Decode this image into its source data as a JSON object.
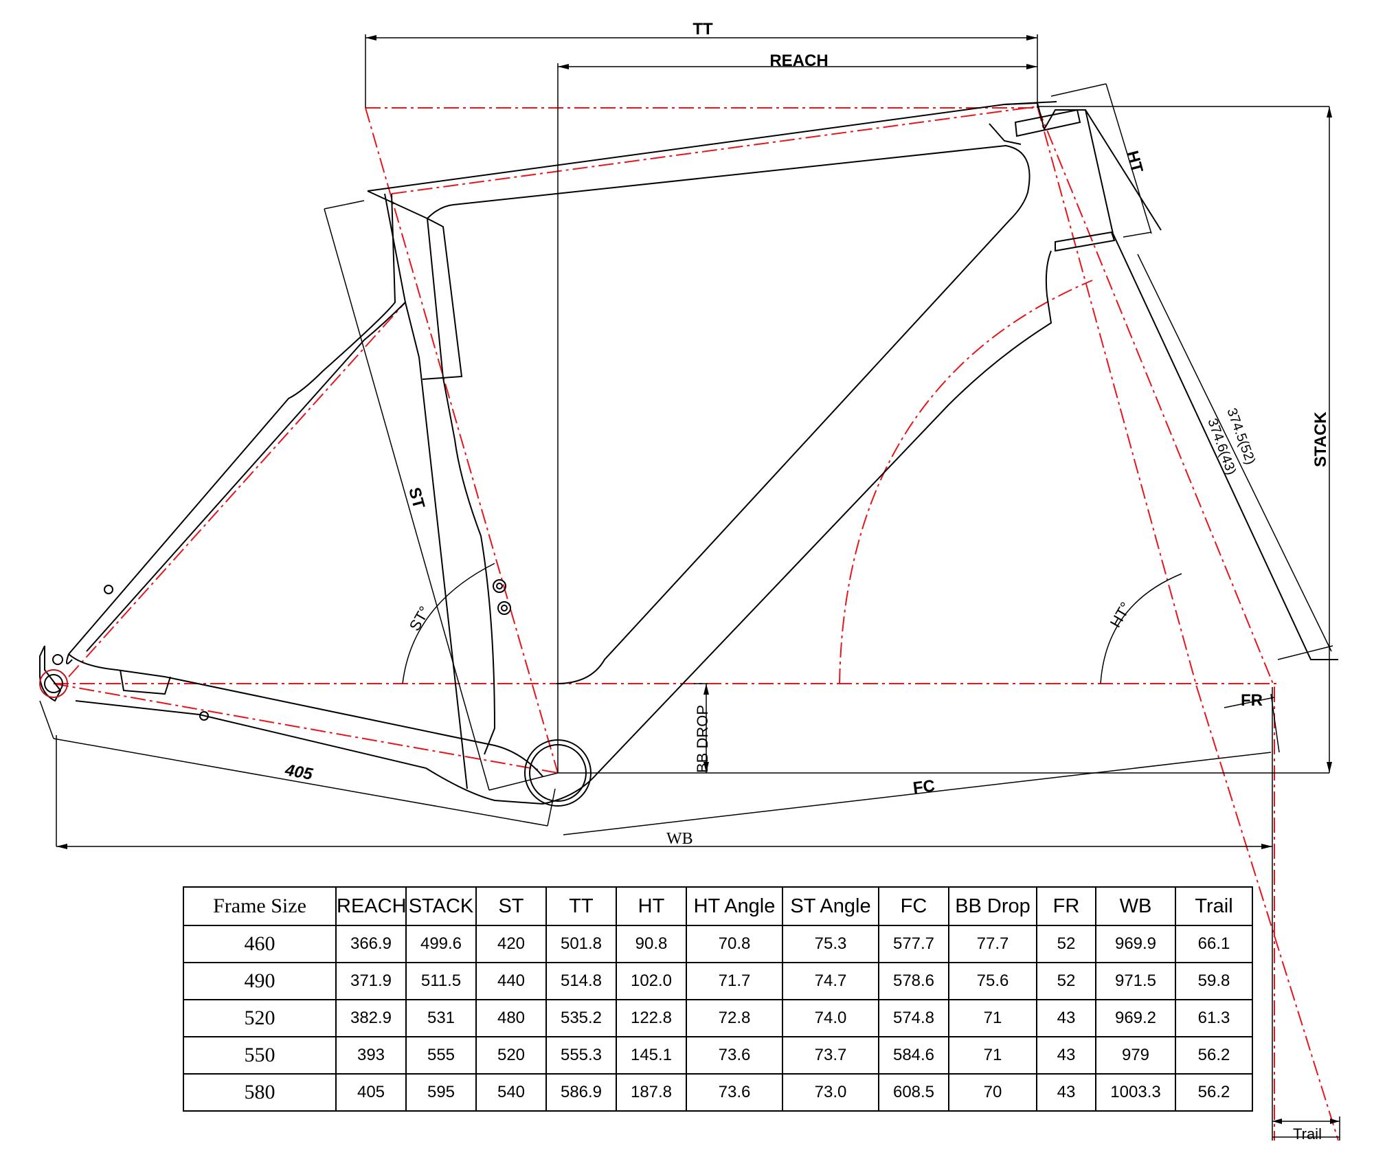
{
  "diagram": {
    "labels": {
      "tt": "TT",
      "reach": "REACH",
      "ht": "HT",
      "stack": "STACK",
      "st": "ST",
      "st_angle": "ST°",
      "ht_angle": "HT°",
      "bb_drop": "BB DROP",
      "fr": "FR",
      "fc": "FC",
      "wb": "WB",
      "chainstay": "405",
      "fork_52": "374.5(52)",
      "fork_43": "374.6(43)",
      "trail": "Trail"
    },
    "colors": {
      "frame_line": "#000000",
      "construction_line": "#e8141b"
    }
  },
  "table": {
    "headers": [
      "Frame Size",
      "REACH",
      "STACK",
      "ST",
      "TT",
      "HT",
      "HT Angle",
      "ST Angle",
      "FC",
      "BB Drop",
      "FR",
      "WB",
      "Trail"
    ],
    "rows": [
      [
        "460",
        "366.9",
        "499.6",
        "420",
        "501.8",
        "90.8",
        "70.8",
        "75.3",
        "577.7",
        "77.7",
        "52",
        "969.9",
        "66.1"
      ],
      [
        "490",
        "371.9",
        "511.5",
        "440",
        "514.8",
        "102.0",
        "71.7",
        "74.7",
        "578.6",
        "75.6",
        "52",
        "971.5",
        "59.8"
      ],
      [
        "520",
        "382.9",
        "531",
        "480",
        "535.2",
        "122.8",
        "72.8",
        "74.0",
        "574.8",
        "71",
        "43",
        "969.2",
        "61.3"
      ],
      [
        "550",
        "393",
        "555",
        "520",
        "555.3",
        "145.1",
        "73.6",
        "73.7",
        "584.6",
        "71",
        "43",
        "979",
        "56.2"
      ],
      [
        "580",
        "405",
        "595",
        "540",
        "586.9",
        "187.8",
        "73.6",
        "73.0",
        "608.5",
        "70",
        "43",
        "1003.3",
        "56.2"
      ]
    ]
  }
}
